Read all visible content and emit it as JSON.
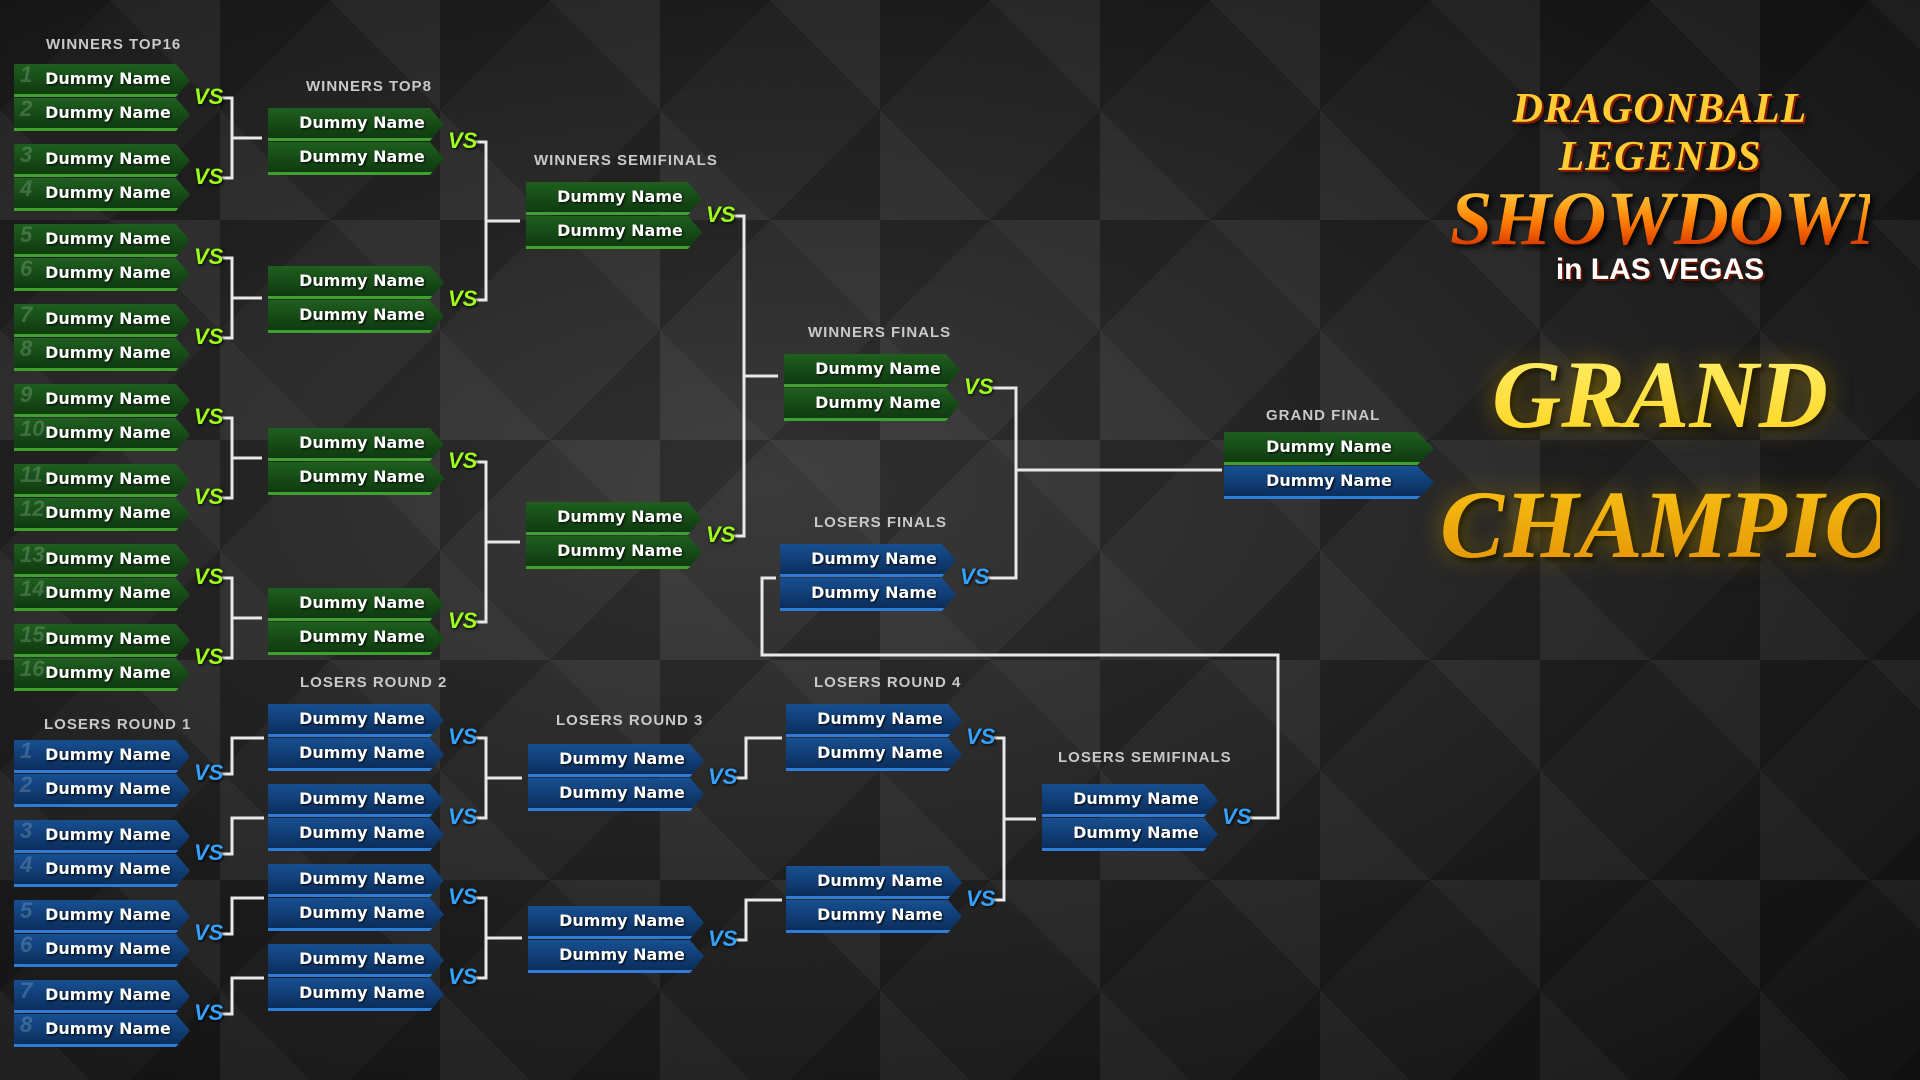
{
  "player_name": "Dummy Name",
  "vs_label": "VS",
  "labels": {
    "winners_top16": "WINNERS TOP16",
    "winners_top8": "WINNERS TOP8",
    "winners_semifinals": "WINNERS SEMIFINALS",
    "winners_finals": "WINNERS FINALS",
    "grand_final": "GRAND FINAL",
    "losers_finals": "LOSERS FINALS",
    "losers_round_1": "LOSERS ROUND 1",
    "losers_round_2": "LOSERS ROUND 2",
    "losers_round_3": "LOSERS ROUND 3",
    "losers_round_4": "LOSERS ROUND 4",
    "losers_semifinals": "LOSERS SEMIFINALS"
  },
  "seeds": {
    "winners": [
      "1",
      "2",
      "3",
      "4",
      "5",
      "6",
      "7",
      "8",
      "9",
      "10",
      "11",
      "12",
      "13",
      "14",
      "15",
      "16"
    ],
    "losers": [
      "1",
      "2",
      "3",
      "4",
      "5",
      "6",
      "7",
      "8"
    ]
  },
  "logo": {
    "line1": "DRAGONBALL LEGENDS",
    "line2": "SHOWDOWN",
    "line3": "in LAS VEGAS"
  },
  "grand_champion": {
    "line1": "GRAND",
    "line2": "CHAMPION"
  },
  "colors": {
    "winners": "#1f5f1f",
    "winners_vs": "#9dff1a",
    "losers": "#174f91",
    "losers_vs": "#35a2ff",
    "title_gold": "#ffd21a"
  }
}
